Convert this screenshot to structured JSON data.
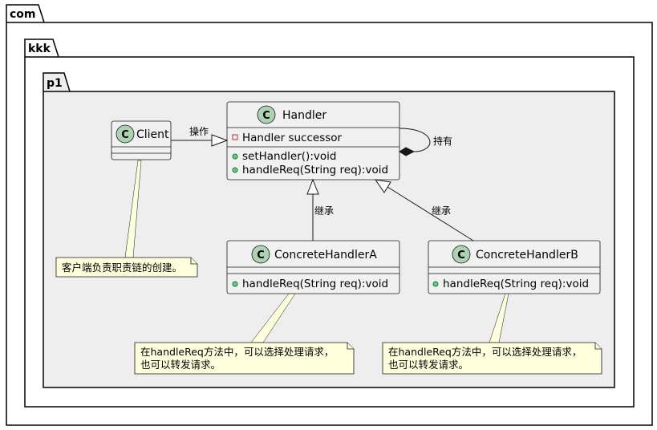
{
  "packages": {
    "outer": "com",
    "middle": "kkk",
    "inner": "p1"
  },
  "classes": {
    "handler": {
      "stereotype": "C",
      "name": "Handler",
      "attributes": [
        "Handler successor"
      ],
      "methods": [
        "setHandler():void",
        "handleReq(String req):void"
      ]
    },
    "client": {
      "stereotype": "C",
      "name": "Client"
    },
    "concrete_a": {
      "stereotype": "C",
      "name": "ConcreteHandlerA",
      "methods": [
        "handleReq(String req):void"
      ]
    },
    "concrete_b": {
      "stereotype": "C",
      "name": "ConcreteHandlerB",
      "methods": [
        "handleReq(String req):void"
      ]
    }
  },
  "relations": {
    "client_handler": "操作",
    "self_handler": "持有",
    "a_inherits": "继承",
    "b_inherits": "继承"
  },
  "notes": {
    "client": [
      "客户端负责职责链的创建。"
    ],
    "concrete_a": [
      "在handleReq方法中，可以选择处理请求，",
      "也可以转发请求。"
    ],
    "concrete_b": [
      "在handleReq方法中，可以选择处理请求，",
      "也可以转发请求。"
    ]
  },
  "colors": {
    "inner_package_fill": "#eeeeee",
    "class_fill": "#f1f1f1",
    "class_border": "#181818",
    "circle_fill": "#add1b2",
    "note_fill": "#feffdd",
    "private_marker": "#c82930",
    "public_marker": "#038048"
  }
}
